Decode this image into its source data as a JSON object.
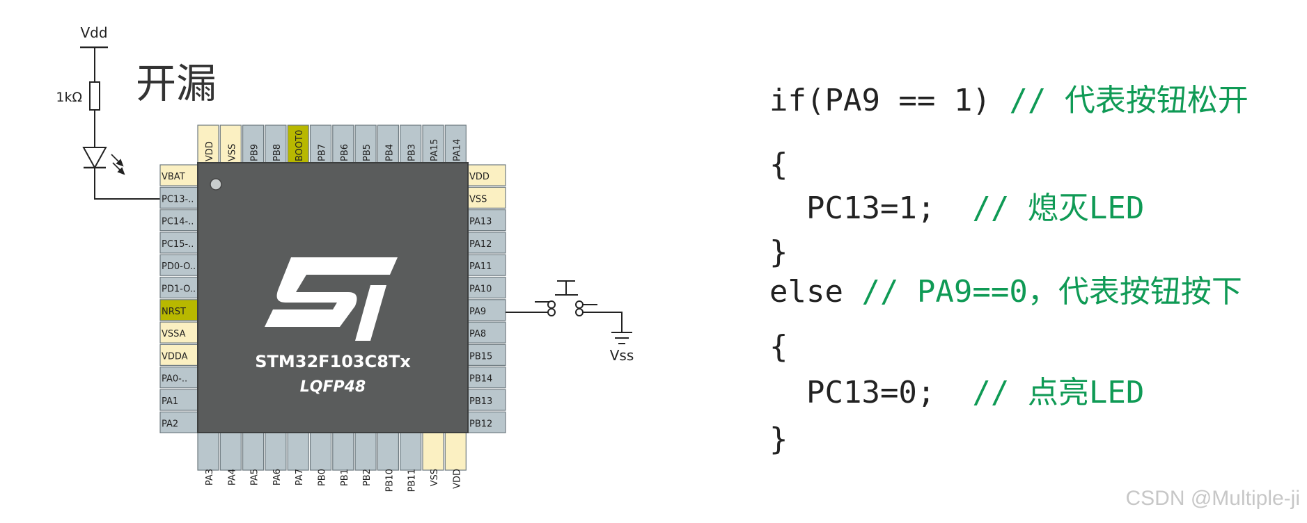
{
  "schematic": {
    "supply_label": "Vdd",
    "resistor_label": "1kΩ",
    "title": "开漏",
    "ground_label": "Vss"
  },
  "chip": {
    "part_number": "STM32F103C8Tx",
    "package": "LQFP48",
    "colors": {
      "body": "#5a5c5c",
      "pin": "#b9c6cc",
      "power_pin": "#fbf0c2",
      "special_pin": "#b8b800"
    },
    "pins": {
      "top": [
        "VDD",
        "VSS",
        "PB9",
        "PB8",
        "BOOT0",
        "PB7",
        "PB6",
        "PB5",
        "PB4",
        "PB3",
        "PA15",
        "PA14"
      ],
      "left": [
        "VBAT",
        "PC13-..",
        "PC14-..",
        "PC15-..",
        "PD0-O..",
        "PD1-O..",
        "NRST",
        "VSSA",
        "VDDA",
        "PA0-..",
        "PA1",
        "PA2"
      ],
      "right": [
        "VDD",
        "VSS",
        "PA13",
        "PA12",
        "PA11",
        "PA10",
        "PA9",
        "PA8",
        "PB15",
        "PB14",
        "PB13",
        "PB12"
      ],
      "bottom": [
        "PA3",
        "PA4",
        "PA5",
        "PA6",
        "PA7",
        "PB0",
        "PB1",
        "PB2",
        "PB10",
        "PB11",
        "VSS",
        "VDD"
      ]
    }
  },
  "code": {
    "lines": [
      {
        "code": "if(PA9 == 1) ",
        "comment": "// 代表按钮松开"
      },
      {
        "code": "{",
        "comment": ""
      },
      {
        "code": "  PC13=1;  ",
        "comment": "// 熄灭LED"
      },
      {
        "code": "}",
        "comment": ""
      },
      {
        "code": "else ",
        "comment": "// PA9==0，代表按钮按下"
      },
      {
        "code": "{",
        "comment": ""
      },
      {
        "code": "  PC13=0;  ",
        "comment": "// 点亮LED"
      },
      {
        "code": "}",
        "comment": ""
      }
    ],
    "colors": {
      "code": "#222222",
      "comment": "#0f9a55"
    }
  },
  "watermark": "CSDN @Multiple-ji"
}
